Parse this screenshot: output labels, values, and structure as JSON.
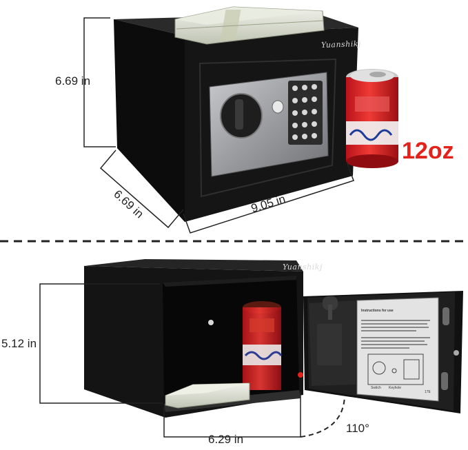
{
  "top": {
    "height_label": "6.69 in",
    "depth_label": "6.69 in",
    "width_label": "9.05 in",
    "can_size_label": "12oz",
    "brand": "Yuanshikj"
  },
  "bottom": {
    "interior_height_label": "5.12 in",
    "interior_width_label": "6.29 in",
    "door_angle_label": "110°",
    "brand": "Yuanshikj",
    "door_labels": {
      "instructions_title": "Instructions for use",
      "switch": "Switch",
      "keyhole": "Keyhole",
      "model": "17E"
    }
  },
  "colors": {
    "safe_body": "#141414",
    "panel": "#9a9ca0",
    "accent_red": "#e32219"
  }
}
